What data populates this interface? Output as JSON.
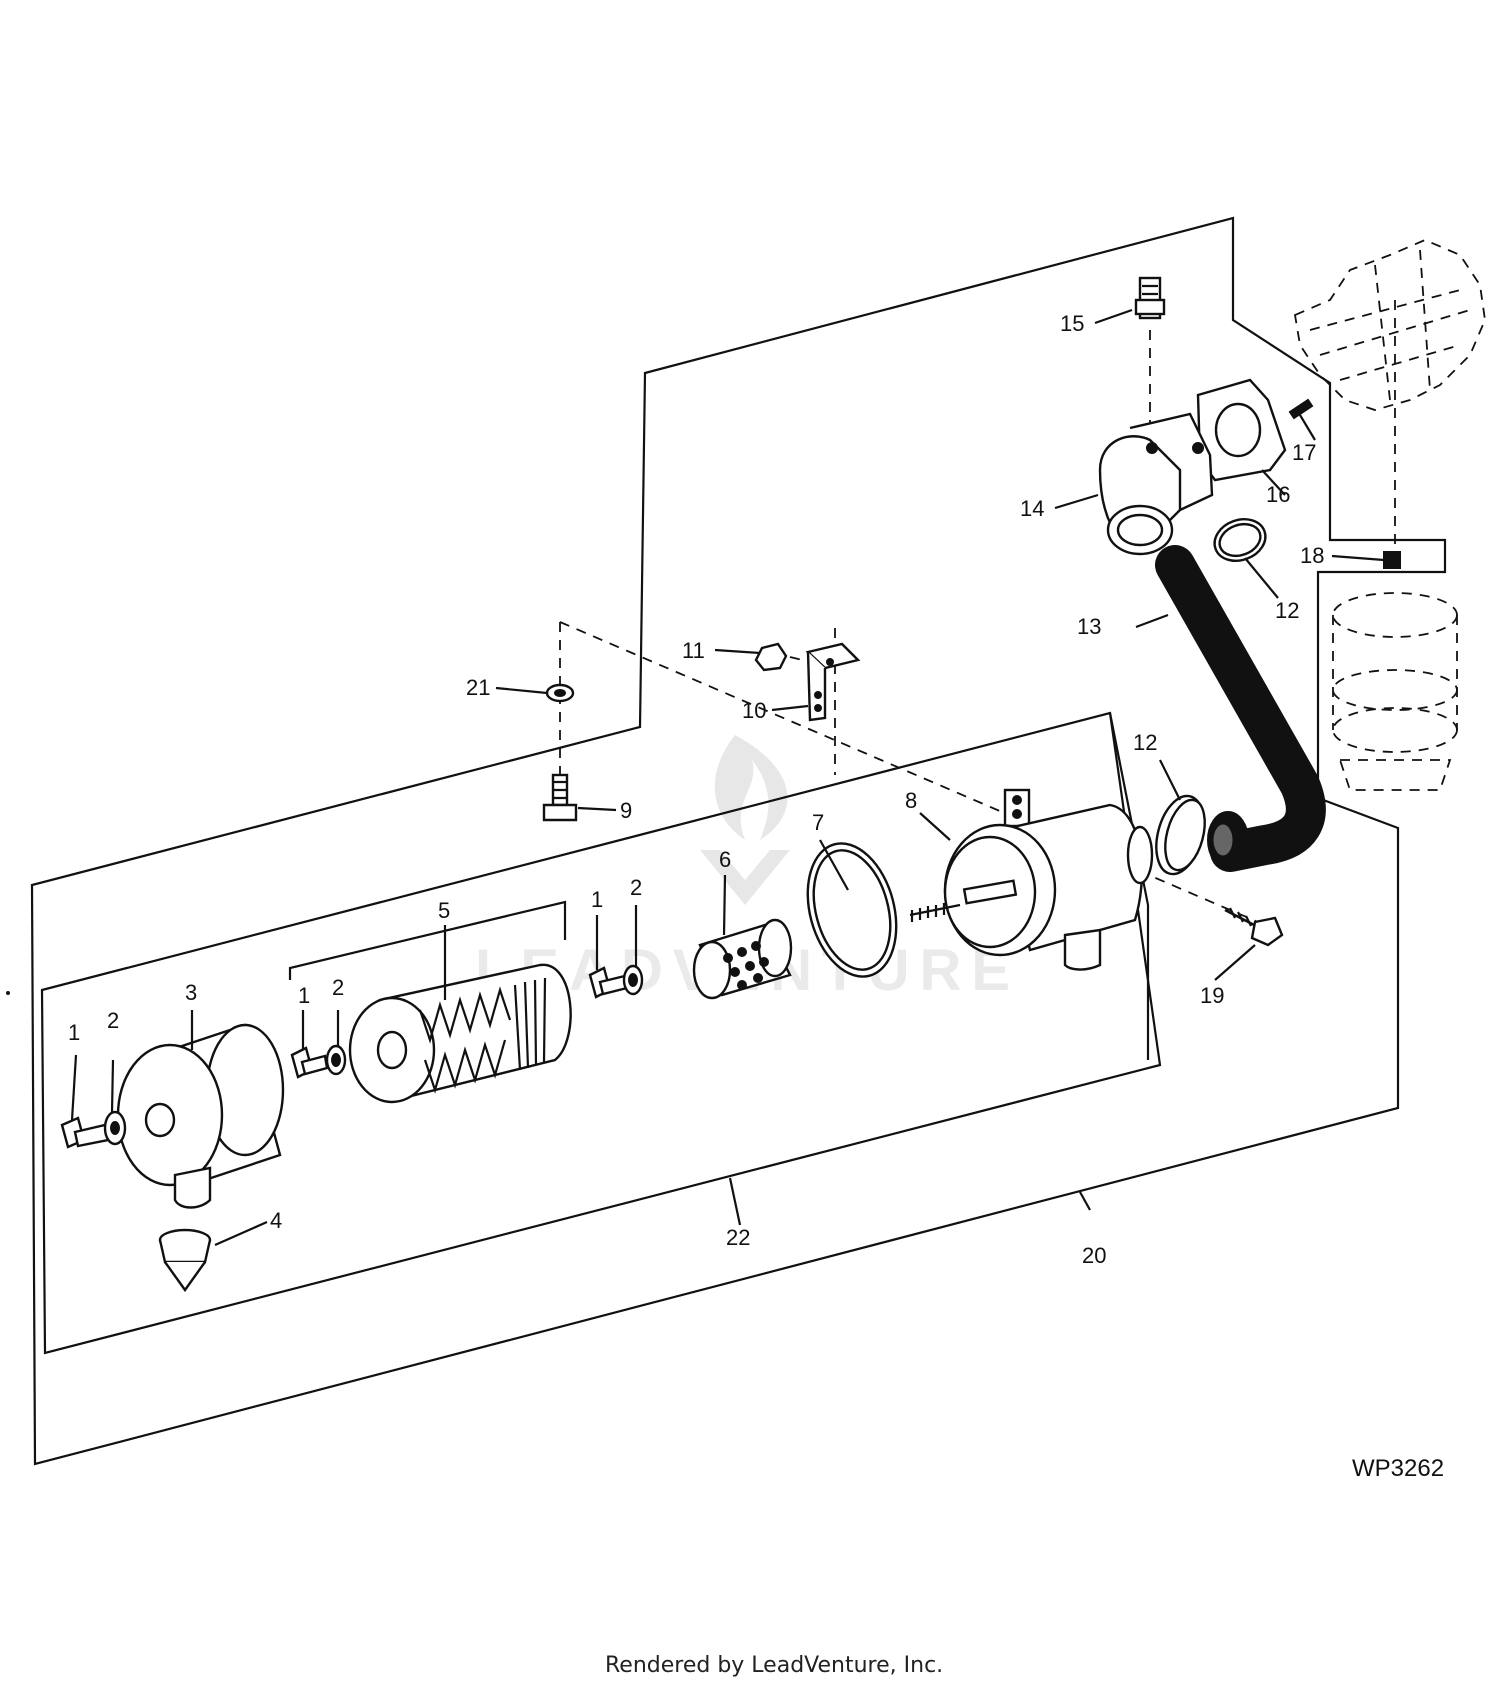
{
  "callouts": {
    "c1a": "1",
    "c2a": "2",
    "c3": "3",
    "c4": "4",
    "c1b": "1",
    "c2b": "2",
    "c5": "5",
    "c1c": "1",
    "c2c": "2",
    "c6": "6",
    "c7": "7",
    "c8": "8",
    "c9": "9",
    "c10": "10",
    "c11": "11",
    "c12a": "12",
    "c12b": "12",
    "c13": "13",
    "c14": "14",
    "c15": "15",
    "c16": "16",
    "c17": "17",
    "c18": "18",
    "c19": "19",
    "c20": "20",
    "c21": "21",
    "c22": "22"
  },
  "figure_id": "WP3262",
  "footer": "Rendered by LeadVenture, Inc.",
  "watermark": "LEADVENTURE",
  "icons": {
    "watermark_logo": "leadventure-flame-logo-icon"
  }
}
